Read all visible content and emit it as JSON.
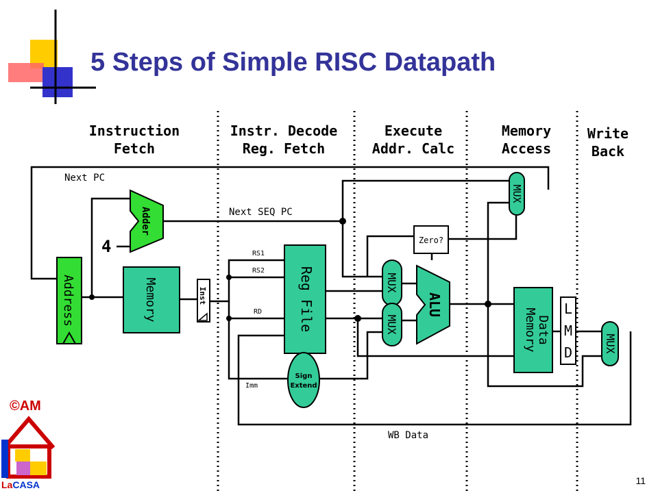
{
  "title": "5 Steps of Simple RISC Datapath",
  "stages": [
    {
      "label": "Instruction\nFetch"
    },
    {
      "label": "Instr. Decode\nReg. Fetch"
    },
    {
      "label": "Execute\nAddr. Calc"
    },
    {
      "label": "Memory\nAccess"
    },
    {
      "label": "Write\nBack"
    }
  ],
  "blocks": {
    "address": "Address",
    "memory": "Memory",
    "adder": "Adder",
    "four": "4",
    "inst": "Inst",
    "reg_file": "Reg File",
    "sign_extend_1": "Sign",
    "sign_extend_2": "Extend",
    "mux": "MUX",
    "alu": "ALU",
    "zero": "Zero?",
    "data_memory_1": "Data",
    "data_memory_2": "Memory",
    "lmd_l": "L",
    "lmd_m": "M",
    "lmd_d": "D"
  },
  "signals": {
    "next_pc": "Next PC",
    "next_seq_pc": "Next SEQ PC",
    "rs1": "RS1",
    "rs2": "RS2",
    "rd": "RD",
    "imm": "Imm",
    "wb_data": "WB Data"
  },
  "footer": {
    "copyright": "©AM",
    "logo_text_1": "La",
    "logo_text_2": "CASA",
    "slide_number": "11"
  },
  "colors": {
    "block_fill": "#33cc99",
    "address_fill": "#33dd33",
    "title_color": "#333399"
  }
}
